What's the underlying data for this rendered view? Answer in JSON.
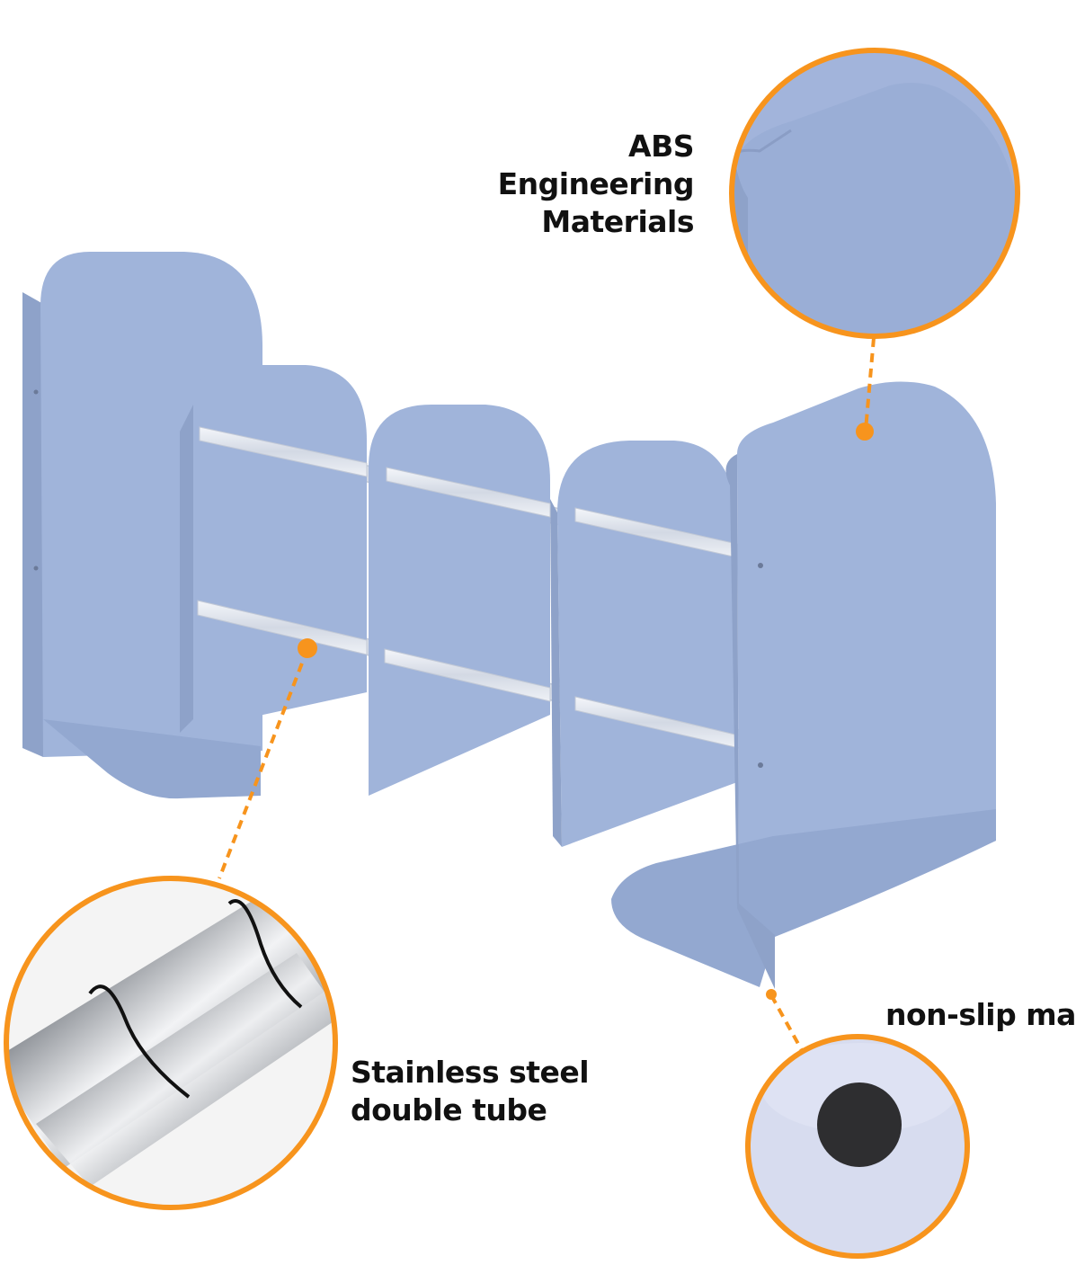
{
  "callouts": {
    "abs": {
      "line1": "ABS Engineering",
      "line2": "Materials",
      "icon": "abs-material-zoom"
    },
    "steel": {
      "line1": "Stainless steel",
      "line2": "double tube",
      "icon": "steel-tube-zoom"
    },
    "mat": {
      "line1": "non-slip mat",
      "icon": "non-slip-mat-zoom"
    }
  },
  "colors": {
    "accent": "#F7941D",
    "panel": "#A0B4DA",
    "panel_shade": "#8EA2C9",
    "text": "#111111"
  }
}
